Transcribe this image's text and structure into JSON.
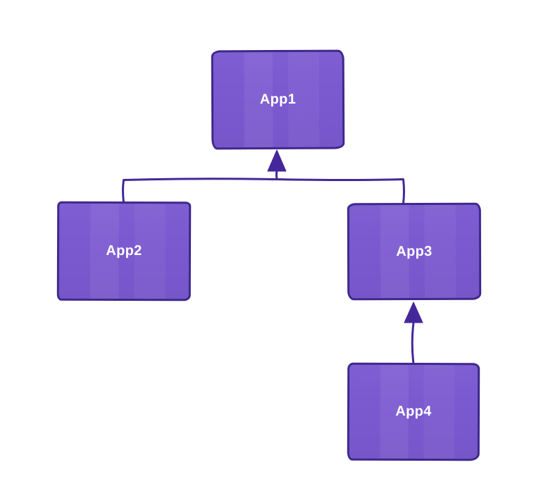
{
  "diagram": {
    "type": "hierarchy-diagram",
    "style": "hand-drawn",
    "colors": {
      "background": "#ffffff",
      "nodeFill": "#7b59d0",
      "nodeBorder": "#3e2a8c",
      "connector": "#44289b",
      "labelColor": "#ffffff"
    },
    "nodes": [
      {
        "id": "app1",
        "label": "App1"
      },
      {
        "id": "app2",
        "label": "App2"
      },
      {
        "id": "app3",
        "label": "App3"
      },
      {
        "id": "app4",
        "label": "App4"
      }
    ],
    "edges": [
      {
        "from": "app2",
        "to": "app1",
        "arrow": "filled-triangle"
      },
      {
        "from": "app3",
        "to": "app1",
        "arrow": "filled-triangle"
      },
      {
        "from": "app4",
        "to": "app3",
        "arrow": "filled-triangle"
      }
    ]
  }
}
